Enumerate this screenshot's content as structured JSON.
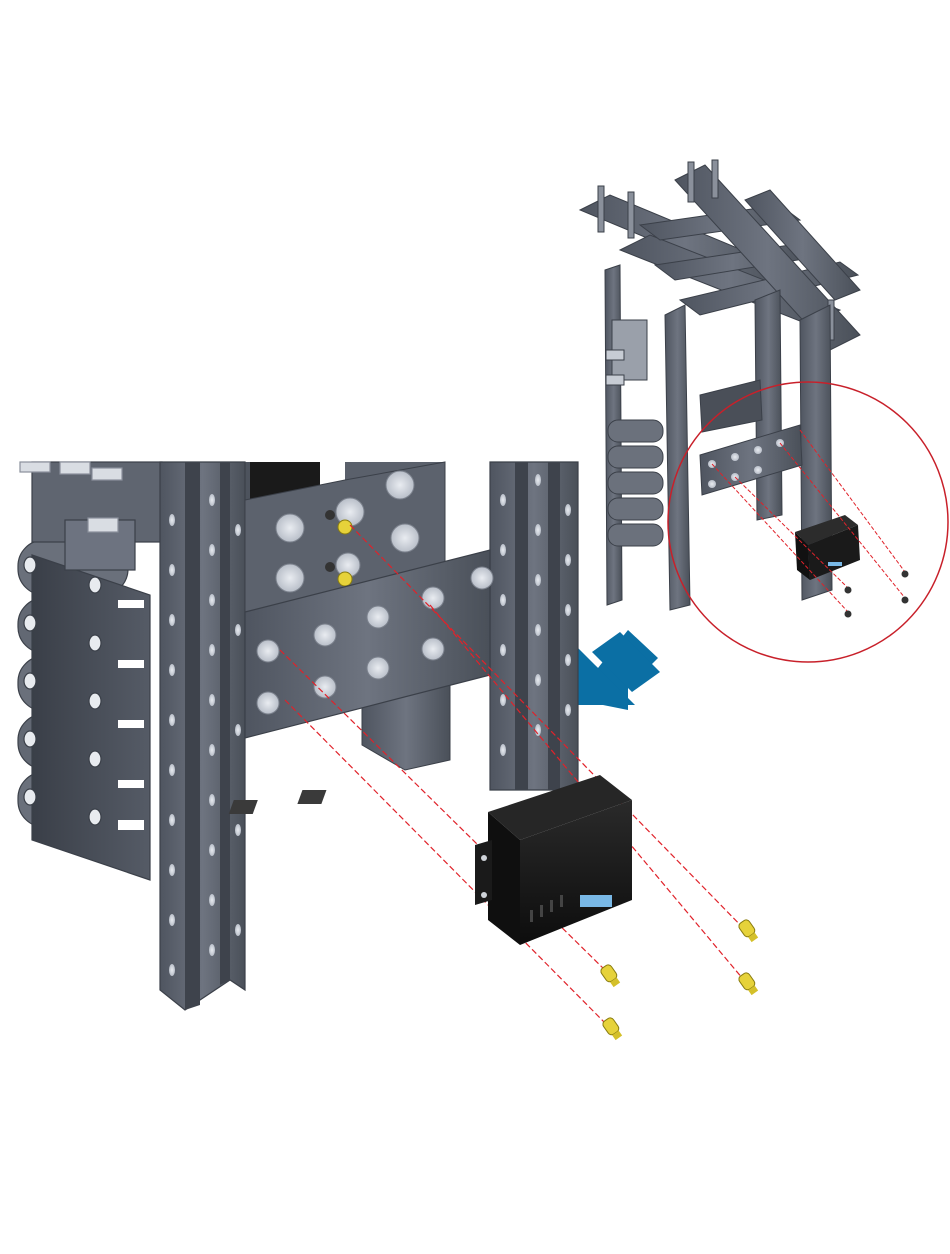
{
  "page": {
    "background": "#ffffff",
    "type": "assembly-instruction-illustration"
  },
  "overview": {
    "callout_circle_color": "#c8202a"
  },
  "detail_view": {
    "insertion_guide_color": "#e0222a",
    "direction_arrow_color": "#0b6fa4",
    "direction_arrow_icon": "arrow-down-left-icon",
    "fasteners": [
      {
        "name": "screw-top-right",
        "color": "#e6d23a"
      },
      {
        "name": "screw-bottom-right",
        "color": "#e6d23a"
      },
      {
        "name": "screw-middle",
        "color": "#e6d23a"
      },
      {
        "name": "screw-bottom",
        "color": "#e6d23a"
      }
    ],
    "module_color": "#151515",
    "connector_color": "#79b8e6",
    "frame_color": "#5a606c"
  }
}
